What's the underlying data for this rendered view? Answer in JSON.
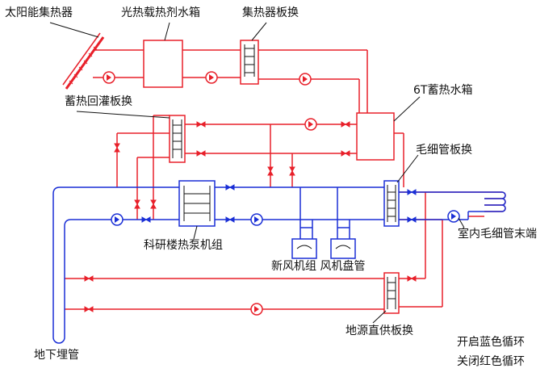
{
  "labels": {
    "solar_collector": "太阳能集热器",
    "solar_tank": "光热载热剂水箱",
    "collector_hx": "集热器板换",
    "storage_tank": "6T蓄热水箱",
    "storage_return_hx": "蓄热回灌板换",
    "capillary_hx": "毛细管板换",
    "heat_pump": "科研楼热泵机组",
    "indoor_capillary": "室内毛细管末端",
    "fresh_air": "新风机组 风机盘管",
    "ground_hx": "地源直供板换",
    "underground": "地下埋管",
    "legend_open": "开启蓝色循环",
    "legend_close": "关闭红色循环"
  },
  "colors": {
    "red": "#e8202a",
    "blue": "#1a2fd6",
    "black": "#111111"
  }
}
